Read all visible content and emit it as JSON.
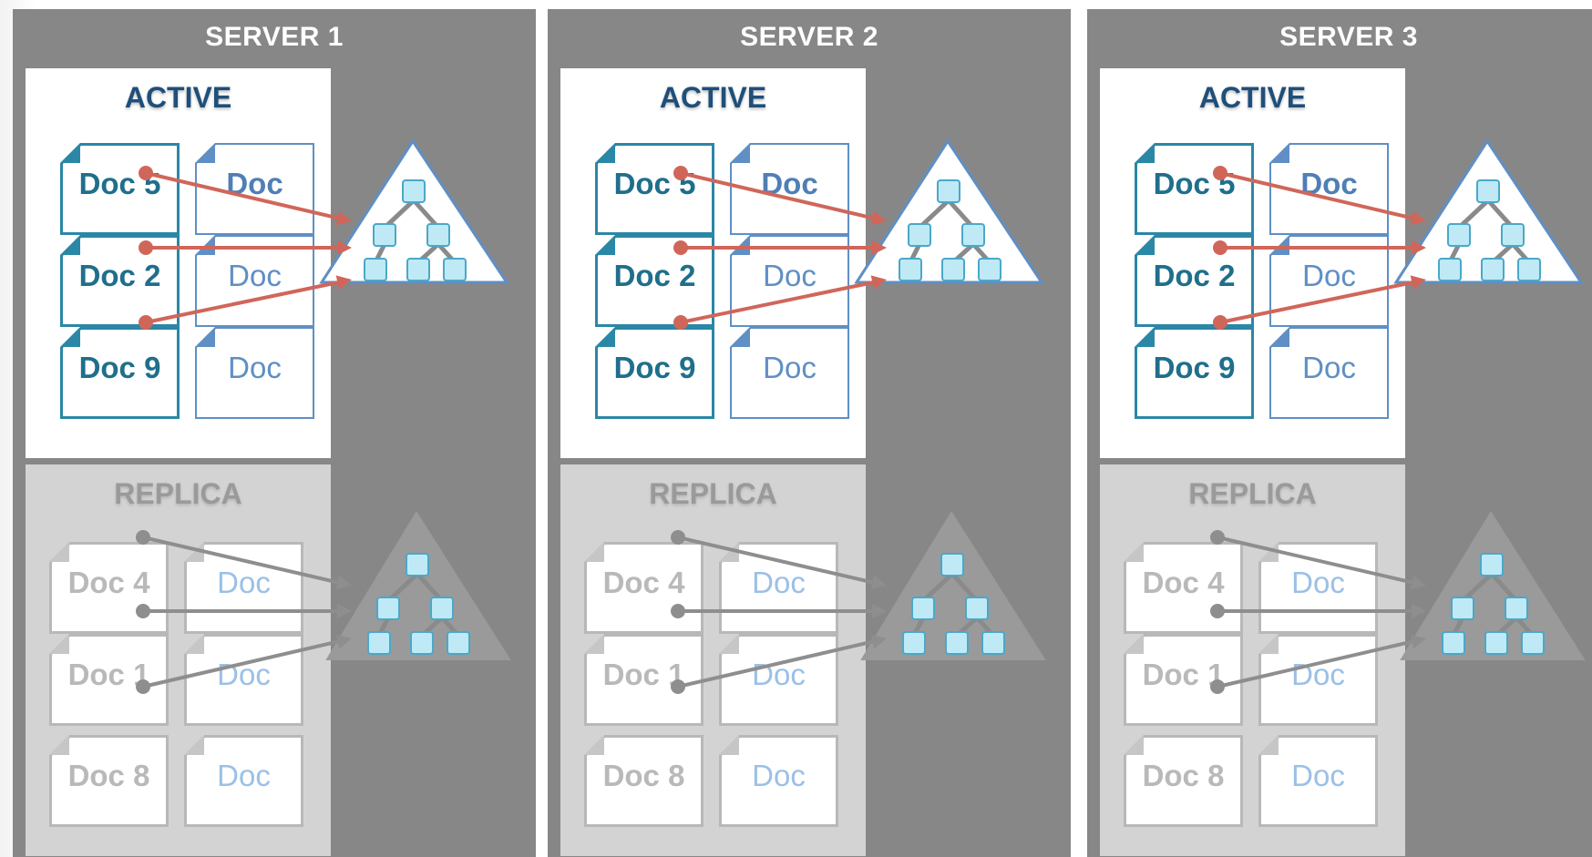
{
  "servers": [
    {
      "title": "SERVER 1",
      "active": {
        "label": "ACTIVE",
        "key_docs": [
          "Doc 5",
          "Doc 2",
          "Doc 9"
        ],
        "value_docs": [
          "Doc",
          "Doc",
          "Doc"
        ]
      },
      "replica": {
        "label": "REPLICA",
        "key_docs": [
          "Doc 4",
          "Doc 1",
          "Doc 8"
        ],
        "value_docs": [
          "Doc",
          "Doc",
          "Doc"
        ]
      }
    },
    {
      "title": "SERVER 2",
      "active": {
        "label": "ACTIVE",
        "key_docs": [
          "Doc 5",
          "Doc 2",
          "Doc 9"
        ],
        "value_docs": [
          "Doc",
          "Doc",
          "Doc"
        ]
      },
      "replica": {
        "label": "REPLICA",
        "key_docs": [
          "Doc 4",
          "Doc 1",
          "Doc 8"
        ],
        "value_docs": [
          "Doc",
          "Doc",
          "Doc"
        ]
      }
    },
    {
      "title": "SERVER 3",
      "active": {
        "label": "ACTIVE",
        "key_docs": [
          "Doc 5",
          "Doc 2",
          "Doc 9"
        ],
        "value_docs": [
          "Doc",
          "Doc",
          "Doc"
        ]
      },
      "replica": {
        "label": "REPLICA",
        "key_docs": [
          "Doc 4",
          "Doc 1",
          "Doc 8"
        ],
        "value_docs": [
          "Doc",
          "Doc",
          "Doc"
        ]
      }
    }
  ],
  "colors": {
    "server_bg": "#878787",
    "active_arrow": "#d0665a",
    "replica_arrow": "#8e8e8e",
    "active_label": "#1f4f7a",
    "key_doc_border": "#2b87a6",
    "value_doc_border": "#5f8fc4",
    "tree_node": "#bfe9f5",
    "tree_node_border": "#4aa8c9"
  },
  "icons": {
    "index_tree": "tree-diagram-icon",
    "document": "document-icon"
  }
}
